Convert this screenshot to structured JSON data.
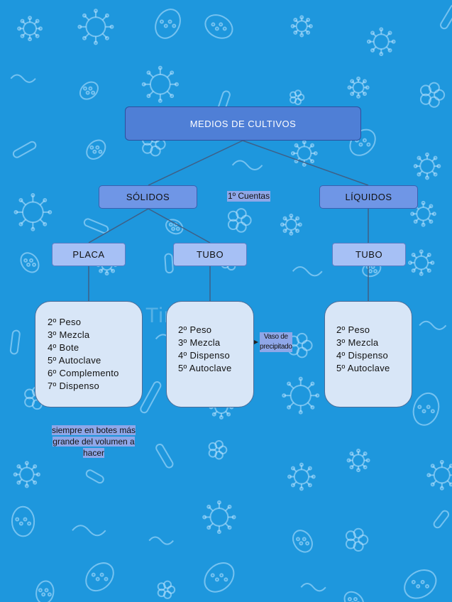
{
  "title": "MEDIOS DE CULTIVOS",
  "categories": {
    "solidos": "SÓLIDOS",
    "liquidos": "LÍQUIDOS"
  },
  "cuentas_label": "1º Cuentas",
  "containers": {
    "placa": "PLACA",
    "tubo_solido": "TUBO",
    "tubo_liquido": "TUBO"
  },
  "steps": {
    "placa": [
      "2º Peso",
      "3º Mezcla",
      "4º Bote",
      "5º Autoclave",
      "6º Complemento",
      "7º Dispenso"
    ],
    "tubo_solido": [
      "2º Peso",
      "3º Mezcla",
      "4º Dispenso",
      "5º Autoclave"
    ],
    "tubo_liquido": [
      "2º Peso",
      "3º Mezcla",
      "4º Dispenso",
      "5º Autoclave"
    ]
  },
  "vaso_label": [
    "Vaso de",
    "precipitado"
  ],
  "placa_note": [
    "siempre en botes más",
    "grande del volumen a",
    "hacer"
  ],
  "watermark": "Tiny Time",
  "colors": {
    "background": "#1e97dd",
    "title_box": "#4f7fd6",
    "level1_box": "#6f96e6",
    "level2_box": "#a6c0f5",
    "step_box": "#d8e6f7",
    "label_highlight": "#8fa7e8"
  }
}
